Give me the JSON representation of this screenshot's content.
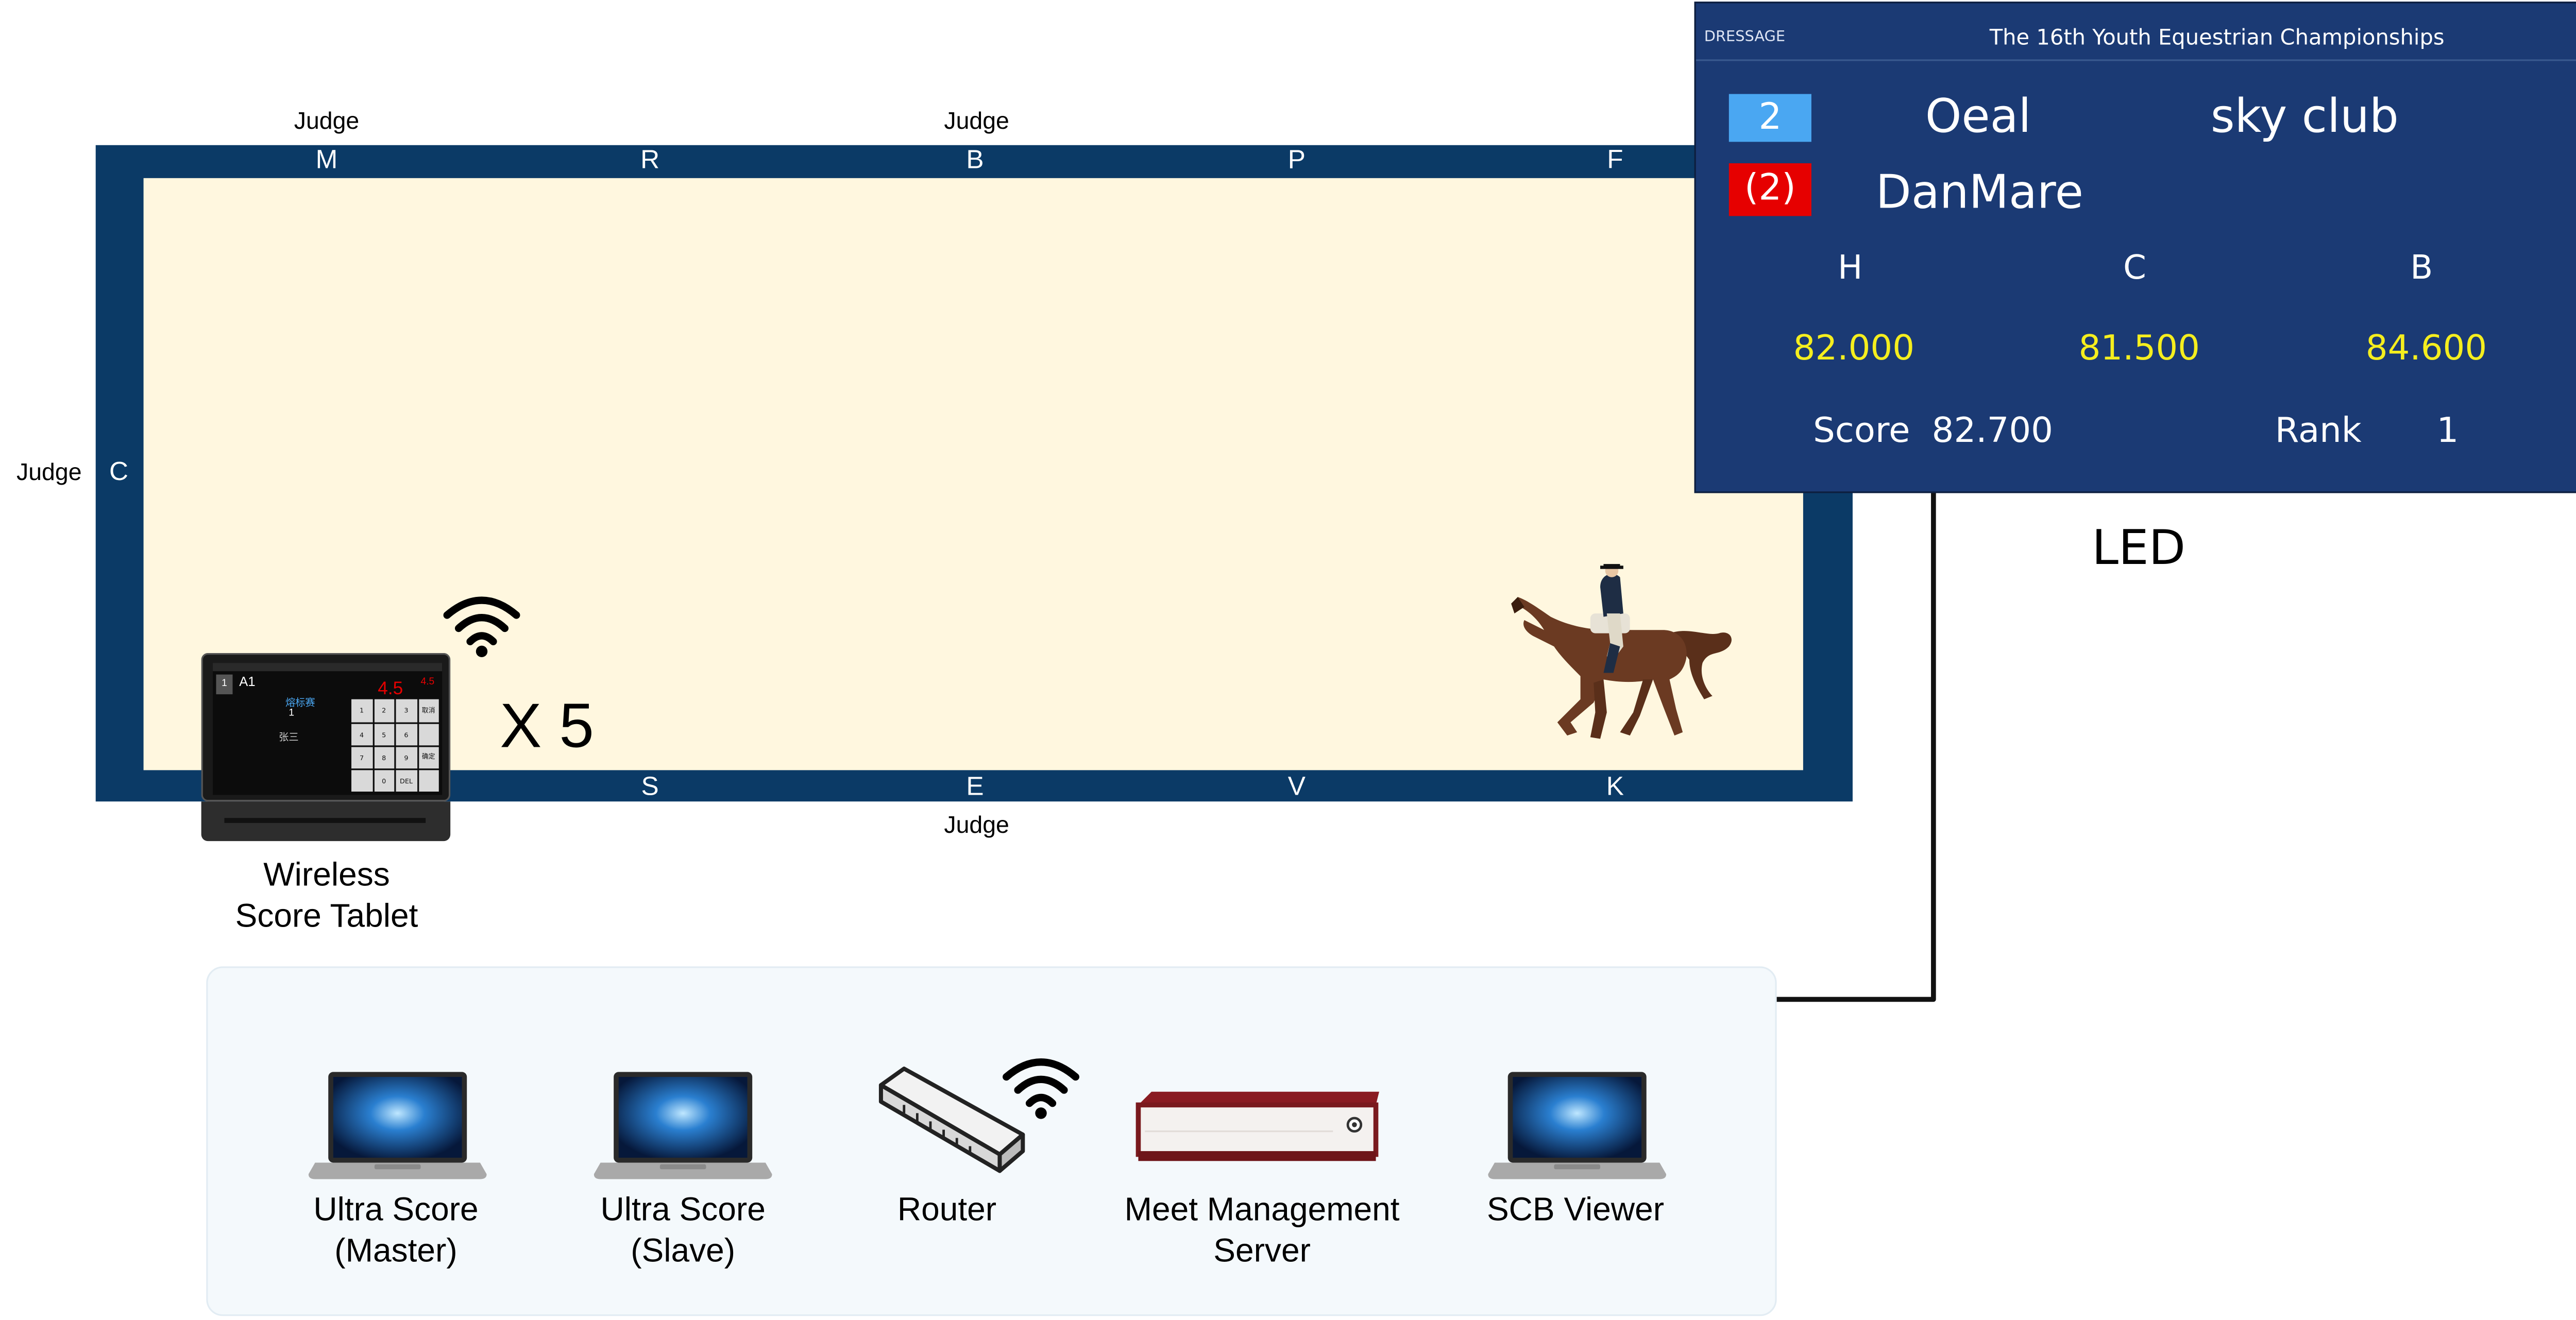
{
  "arena": {
    "judge_labels": [
      "Judge",
      "Judge",
      "Judge",
      "Judge"
    ],
    "letters_top": [
      "M",
      "R",
      "B",
      "P",
      "F"
    ],
    "letters_bottom": [
      "S",
      "E",
      "V",
      "K"
    ],
    "letter_left": "C"
  },
  "tablet": {
    "multiplier": "X 5",
    "caption_line1": "Wireless",
    "caption_line2": "Score Tablet",
    "screen": {
      "id": "1",
      "test": "A1",
      "title": "熔标赛",
      "number": "1",
      "rider": "张三",
      "score_big": "4.5",
      "score_small": "4.5",
      "keys": [
        "1",
        "2",
        "3",
        "取消",
        "4",
        "5",
        "6",
        "",
        "7",
        "8",
        "9",
        "确定",
        "",
        "0",
        "DEL",
        ""
      ]
    }
  },
  "led": {
    "sport": "DRESSAGE",
    "event_title": "The 16th Youth Equestrian Championships",
    "bib": "2",
    "order": "(2)",
    "rider": "Oeal",
    "club": "sky club",
    "horse": "DanMare",
    "judge_positions": [
      "H",
      "C",
      "B"
    ],
    "judge_scores": [
      "82.000",
      "81.500",
      "84.600"
    ],
    "score_label": "Score",
    "score_value": "82.700",
    "rank_label": "Rank",
    "rank_value": "1",
    "caption": "LED"
  },
  "network": {
    "devices": [
      {
        "line1": "Ultra Score",
        "line2": "(Master)"
      },
      {
        "line1": "Ultra Score",
        "line2": "(Slave)"
      },
      {
        "line1": "Router",
        "line2": ""
      },
      {
        "line1": "Meet Management",
        "line2": "Server"
      },
      {
        "line1": "SCB Viewer",
        "line2": ""
      }
    ]
  },
  "colors": {
    "arena_border": "#0b3a66",
    "arena_surface": "#fff7df",
    "led_background": "#1b3a74",
    "led_score_yellow": "#f5ee1e",
    "led_bib_blue": "#4aa7f2",
    "led_order_red": "#e60000",
    "network_panel": "#f4f9fc"
  }
}
